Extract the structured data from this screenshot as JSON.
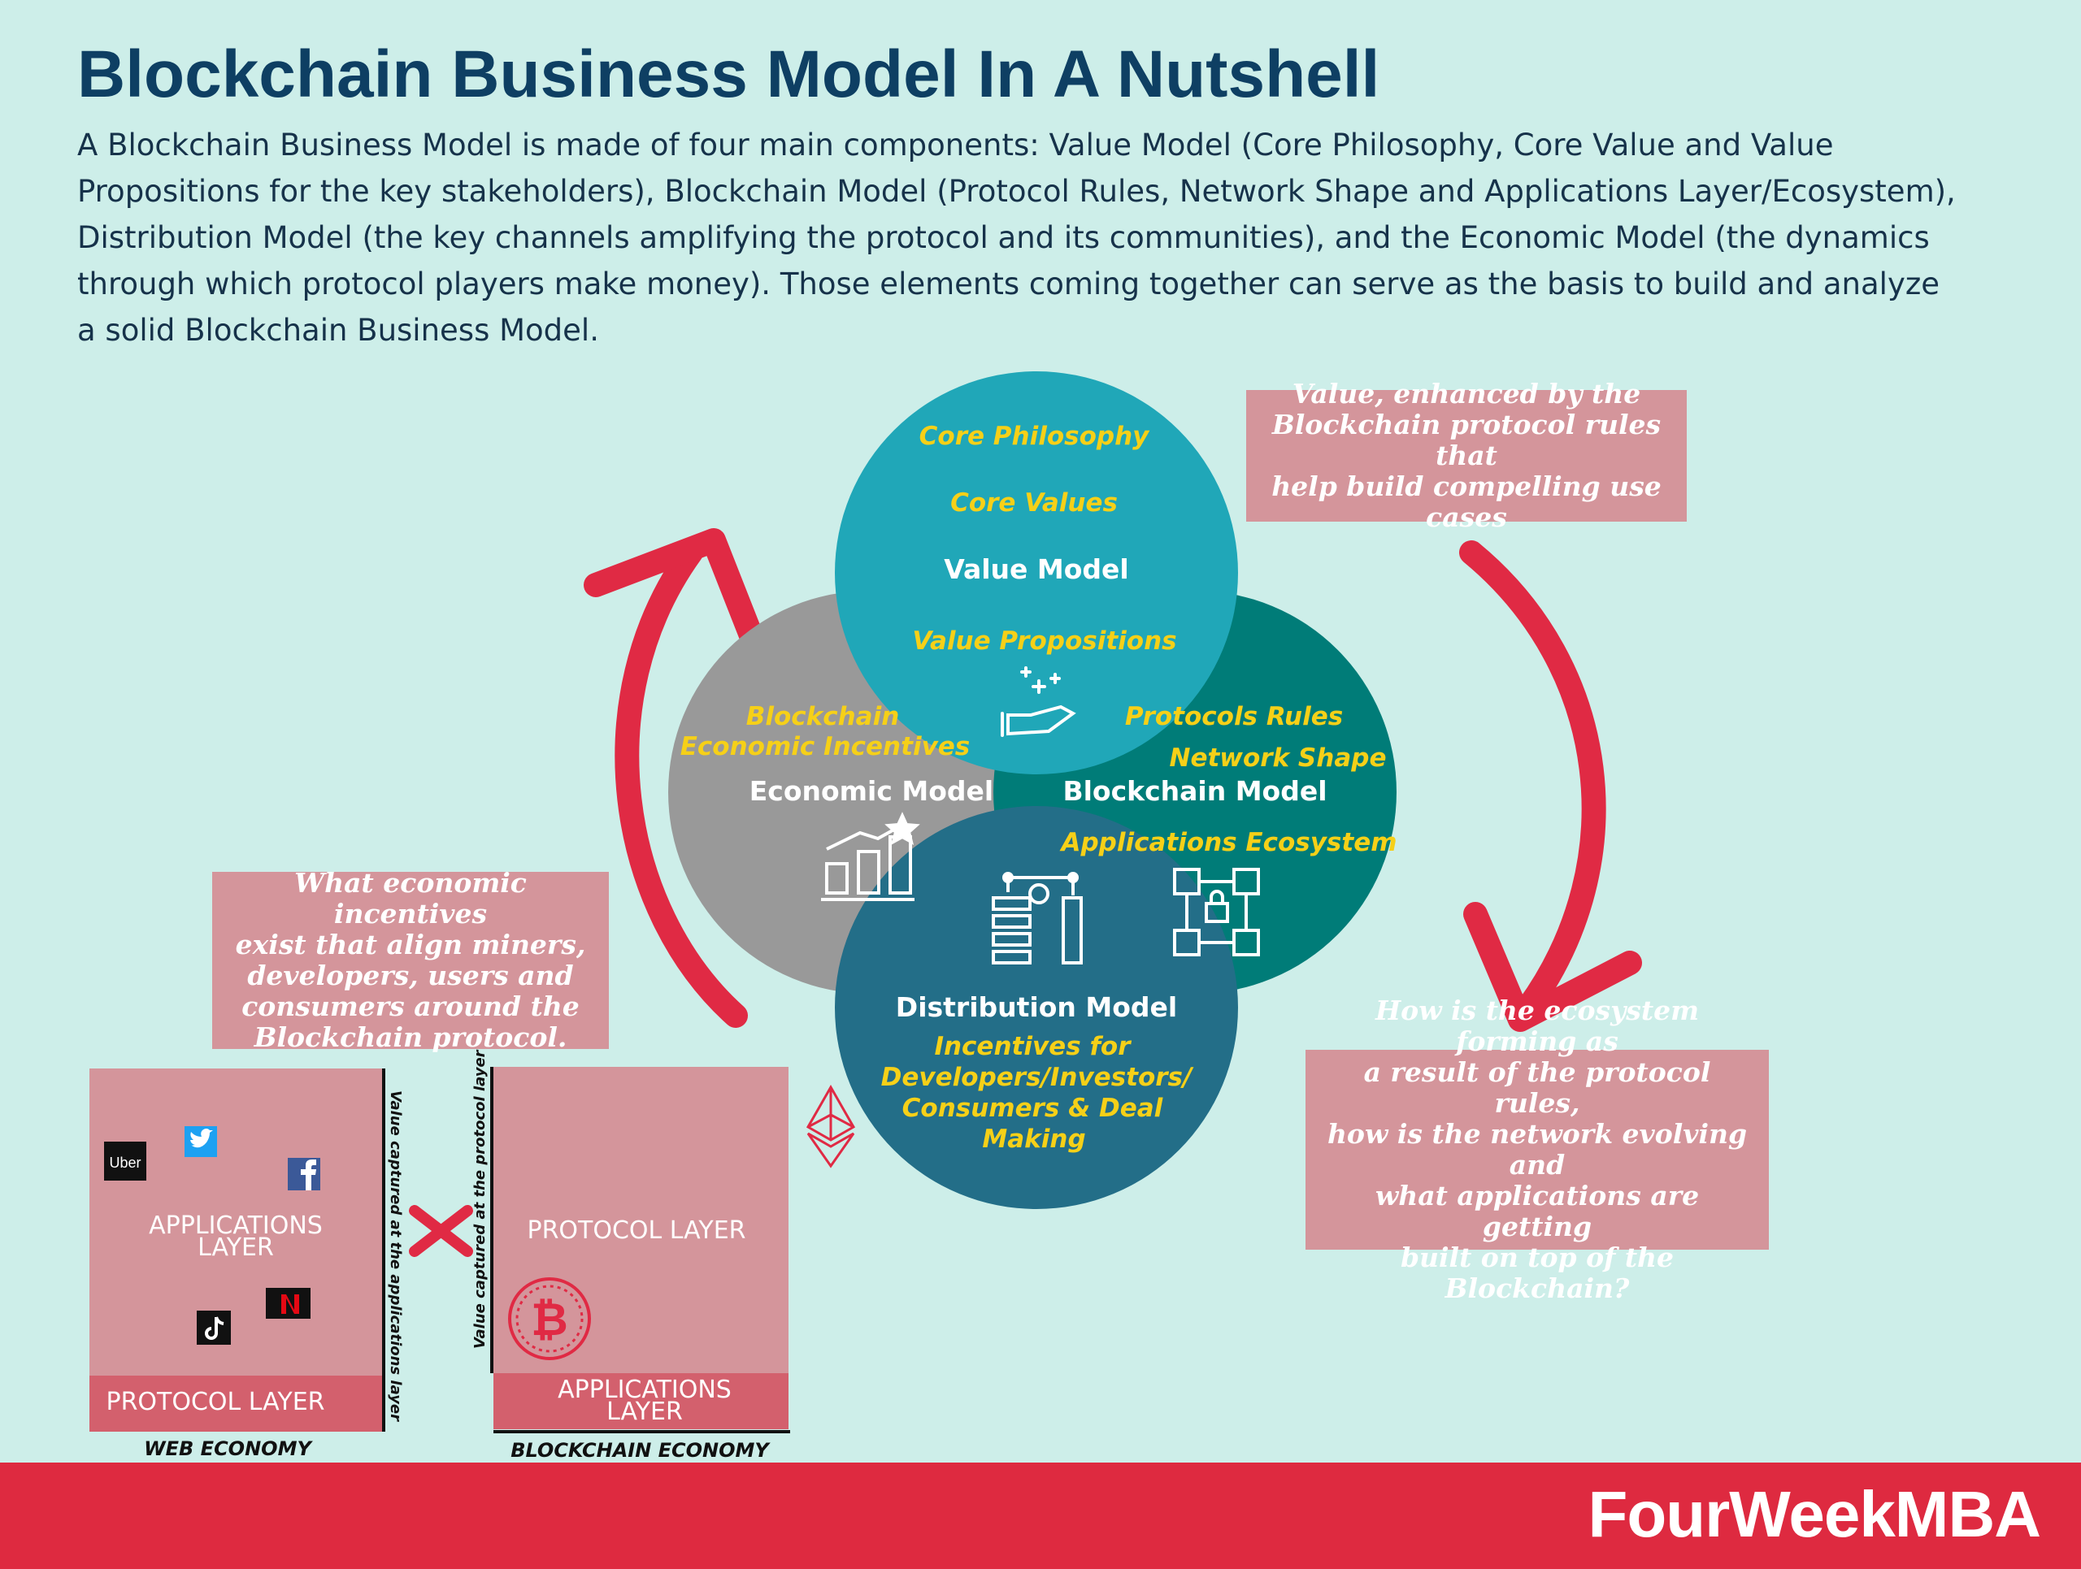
{
  "title": "Blockchain Business Model In A Nutshell",
  "description": "A Blockchain Business Model is made of four main components: Value Model (Core Philosophy, Core Value and Value Propositions for the key stakeholders), Blockchain Model (Protocol Rules, Network Shape and Applications Layer/Ecosystem), Distribution Model (the key channels amplifying the protocol and its communities), and the Economic Model (the dynamics through which protocol players make money). Those elements coming together can serve as the basis to build and analyze a solid Blockchain Business Model.",
  "colors": {
    "background": "#cdeee9",
    "title": "#0e3f63",
    "value_circle": "#20a7b8",
    "economic_circle": "#999999",
    "blockchain_circle": "#007c78",
    "distribution_circle": "#236e88",
    "arrow": "#e02a44",
    "note": "#d4959b",
    "label_yellow": "#f6d018",
    "footer": "#de2a40"
  },
  "circles": {
    "value": {
      "name": "Value Model",
      "items": [
        "Core Philosophy",
        "Core Values",
        "Value Propositions"
      ],
      "icon": "hand-sparkle-icon"
    },
    "economic": {
      "name": "Economic Model",
      "items": [
        "Blockchain",
        "Economic Incentives"
      ],
      "icon": "growth-chart-icon"
    },
    "blockchain": {
      "name": "Blockchain Model",
      "items": [
        "Protocols Rules",
        "Network Shape",
        "Applications Ecosystem"
      ],
      "icon": "network-lock-icon"
    },
    "distribution": {
      "name": "Distribution Model",
      "items": [
        "Incentives for",
        "Developers/Investors/",
        "Consumers & Deal",
        "Making"
      ],
      "icon": "server-gear-icon"
    }
  },
  "notes": {
    "top_right": [
      "Value, enhanced by the",
      "Blockchain protocol rules that",
      "help build compelling use cases"
    ],
    "left": [
      "What economic incentives",
      "exist that align miners,",
      "developers, users and",
      "consumers around the",
      "Blockchain protocol."
    ],
    "bottom_right": [
      "How is the ecosystem forming as",
      "a result of the protocol rules,",
      "how is the network evolving and",
      "what applications are getting",
      "built on top of the Blockchain?"
    ]
  },
  "web_economy": {
    "top_layer": [
      "APPLICATIONS",
      "LAYER"
    ],
    "bottom_layer": "PROTOCOL LAYER",
    "caption": "WEB ECONOMY",
    "side_label": "Value captured at the applications layer",
    "logos": [
      "Uber",
      "twitter-icon",
      "facebook-icon",
      "netflix-icon",
      "tiktok-icon"
    ],
    "uber_text": "Uber"
  },
  "blockchain_economy": {
    "top_layer": "PROTOCOL LAYER",
    "bottom_layer": [
      "APPLICATIONS",
      "LAYER"
    ],
    "caption": "BLOCKCHAIN ECONOMY",
    "side_label": "Value captured at the protocol layer",
    "logos": [
      "bitcoin-icon",
      "ethereum-icon"
    ]
  },
  "brand": "FourWeekMBA"
}
